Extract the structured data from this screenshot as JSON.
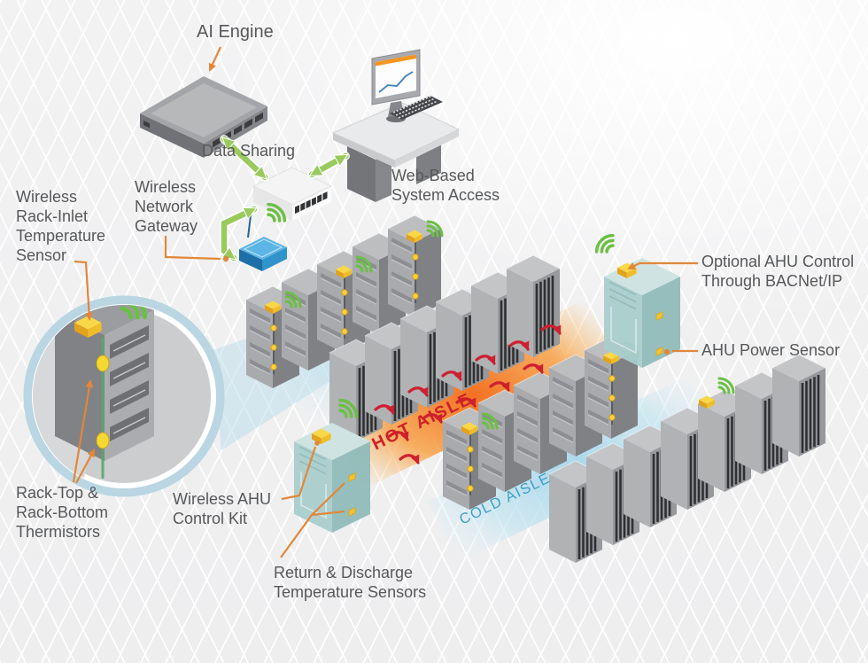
{
  "diagram": {
    "labels": {
      "ai_engine": "AI Engine",
      "data_sharing": "Data Sharing",
      "wireless_network_gateway": "Wireless\nNetwork\nGateway",
      "web_based_system_access": "Web-Based\nSystem Access",
      "wireless_rack_inlet_sensor": "Wireless\nRack-Inlet\nTemperature\nSensor",
      "rack_thermistors": "Rack-Top &\nRack-Bottom\nThermistors",
      "wireless_ahu_control_kit": "Wireless AHU\nControl Kit",
      "return_discharge_sensors": "Return & Discharge\nTemperature Sensors",
      "optional_ahu_control": "Optional AHU Control\nThrough BACNet/IP",
      "ahu_power_sensor": "AHU Power Sensor",
      "hot_aisle": "HOT AISLE",
      "cold_aisle": "COLD AISLE"
    },
    "colors": {
      "label_text": "#57585a",
      "leader_orange": "#e2873a",
      "hot_text_red": "#ce2127",
      "cold_text_blue": "#3e9ec9",
      "hot_aisle_orange": "#f26a18",
      "cold_aisle_blue": "#9fd4ea",
      "wifi_green": "#6cbf45",
      "data_arrow_green": "#9aca5e",
      "sensor_yellow": "#f9d848",
      "gateway_blue": "#2f93cc",
      "ahu_teal": "#a9cecc",
      "rack_gray": "#a8aaad"
    },
    "icons": [
      {
        "name": "wifi-waves-icon"
      },
      {
        "name": "temperature-sensor-icon"
      },
      {
        "name": "hot-air-arrow-icon"
      },
      {
        "name": "magnifier-circle"
      }
    ]
  }
}
